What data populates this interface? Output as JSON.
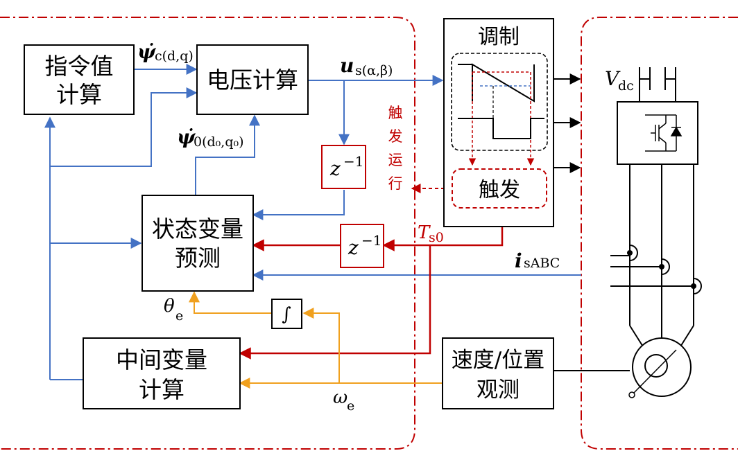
{
  "blocks": {
    "command": [
      "指令值",
      "计算"
    ],
    "voltage_calc": "电压计算",
    "state_pred": [
      "状态变量",
      "预测"
    ],
    "intermediate": [
      "中间变量",
      "计算"
    ],
    "modulation": "调制",
    "trigger": "触发",
    "speed_obs": [
      "速度/位置",
      "观测"
    ],
    "delay": "z",
    "delay_exp": "−1",
    "integrator": "∫"
  },
  "labels": {
    "psi_c": "ψ̇",
    "psi_c_sub": "c(d,q)",
    "psi_0": "ψ̇",
    "psi_0_sub": "0(d₀,q₀)",
    "us": "u",
    "us_sub": "s(α,β)",
    "ts": "T",
    "ts_sub": "s0",
    "isabc": "i",
    "isabc_sub": "sABC",
    "theta": "θ",
    "theta_sub": "e",
    "omega": "ω",
    "omega_sub": "e",
    "vdc": "V",
    "vdc_sub": "dc",
    "trigger_run": [
      "触",
      "发",
      "运",
      "行"
    ]
  },
  "colors": {
    "blue": "#4472c4",
    "red": "#c00000",
    "orange": "#f0a01e",
    "black": "#000000"
  }
}
